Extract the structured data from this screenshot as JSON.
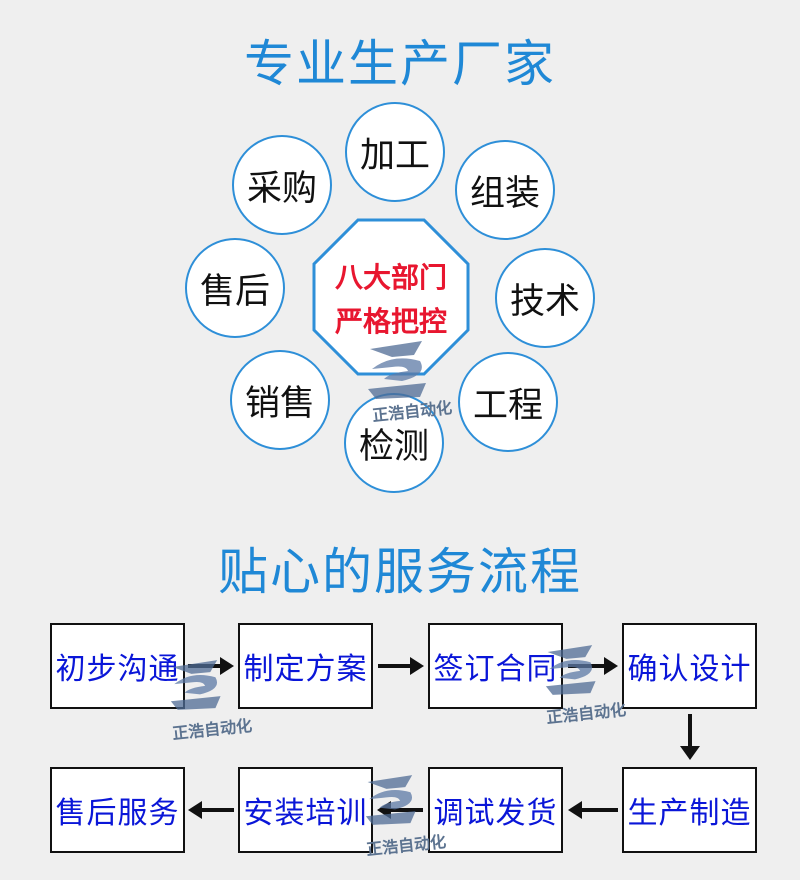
{
  "titles": {
    "factory": "专业生产厂家",
    "service": "贴心的服务流程"
  },
  "departments": {
    "center_line1": "八大部门",
    "center_line2": "严格把控",
    "items": [
      "加工",
      "组装",
      "技术",
      "工程",
      "检测",
      "销售",
      "售后",
      "采购"
    ]
  },
  "process": {
    "row1": [
      "初步沟通",
      "制定方案",
      "签订合同",
      "确认设计"
    ],
    "row2": [
      "售后服务",
      "安装培训",
      "调试发货",
      "生产制造"
    ]
  },
  "watermark": {
    "text": "正浩自动化"
  },
  "colors": {
    "title": "#1f88d6",
    "circle_border": "#2e8fd8",
    "center_text": "#e8162f",
    "box_text": "#0a16d8",
    "background": "#efefef"
  }
}
